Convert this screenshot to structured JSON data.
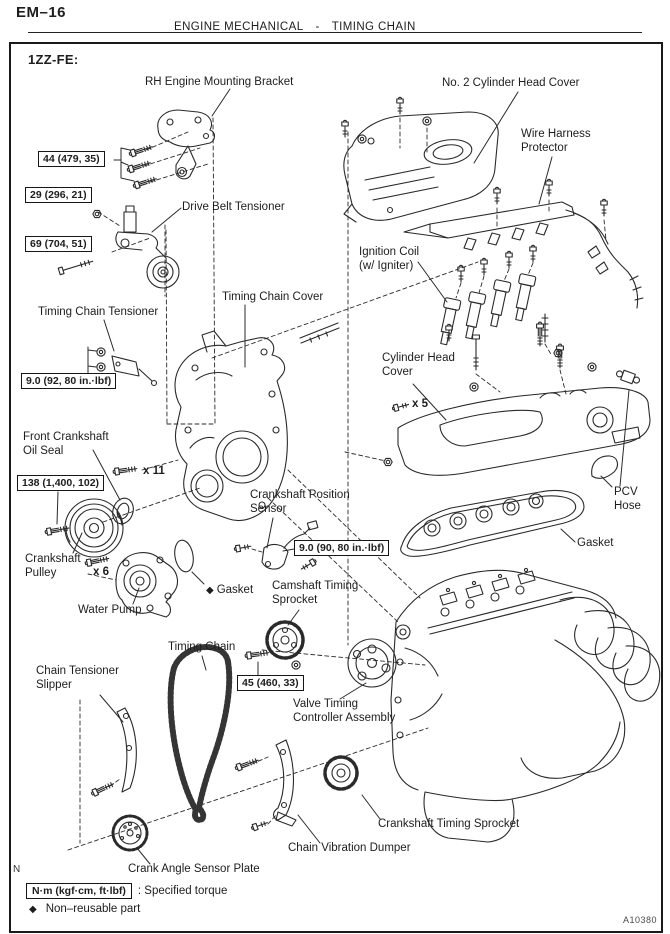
{
  "page": {
    "page_number": "EM–16",
    "header": {
      "section": "ENGINE MECHANICAL",
      "separator": "-",
      "topic": "TIMING CHAIN"
    },
    "engine_code": "1ZZ-FE:",
    "figure_code": "A10380",
    "margin_letter": "N"
  },
  "colors": {
    "ink": "#1d1d1d",
    "paper": "#ffffff"
  },
  "part_labels": {
    "rh_engine_mounting_bracket": "RH Engine Mounting Bracket",
    "no2_cylinder_head_cover": "No. 2 Cylinder Head Cover",
    "wire_harness_protector": "Wire Harness\nProtector",
    "drive_belt_tensioner": "Drive Belt Tensioner",
    "ignition_coil": "Ignition Coil\n(w/ Igniter)",
    "timing_chain_cover": "Timing Chain Cover",
    "timing_chain_tensioner": "Timing Chain Tensioner",
    "cylinder_head_cover": "Cylinder Head\nCover",
    "front_crankshaft_oil_seal": "Front Crankshaft\nOil Seal",
    "crankshaft_position_sensor": "Crankshaft Position\nSensor",
    "pcv_hose": "PCV\nHose",
    "gasket_valve_cover": "Gasket",
    "crankshaft_pulley": "Crankshaft\nPulley",
    "gasket_oring": "Gasket",
    "camshaft_timing_sprocket": "Camshaft Timing\nSprocket",
    "water_pump": "Water Pump",
    "timing_chain": "Timing Chain",
    "chain_tensioner_slipper": "Chain Tensioner\nSlipper",
    "valve_timing_controller": "Valve Timing\nController Assembly",
    "crankshaft_timing_sprocket": "Crankshaft Timing Sprocket",
    "chain_vibration_dumper": "Chain Vibration Dumper",
    "crank_angle_sensor_plate": "Crank Angle Sensor Plate"
  },
  "quantity_callouts": {
    "x11": "x 11",
    "x6": "x 6",
    "x5": "x 5"
  },
  "torque_specs": {
    "mounting_bracket": "44 (479, 35)",
    "tensioner_nut": "29 (296, 21)",
    "tensioner_pivot_bolt": "69 (704, 51)",
    "chain_tensioner": "9.0 (92, 80 in.·lbf)",
    "crankshaft_pulley_bolt": "138 (1,400, 102)",
    "position_sensor_bolt": "9.0 (90, 80 in.·lbf)",
    "camshaft_sprocket_bolt": "45 (460, 33)"
  },
  "markers": {
    "non_reusable": "◆"
  },
  "legend": {
    "torque_unit_box": "N·m (kgf·cm, ft·lbf)",
    "torque_meaning": ": Specified torque",
    "non_reusable_text": "Non–reusable part"
  }
}
